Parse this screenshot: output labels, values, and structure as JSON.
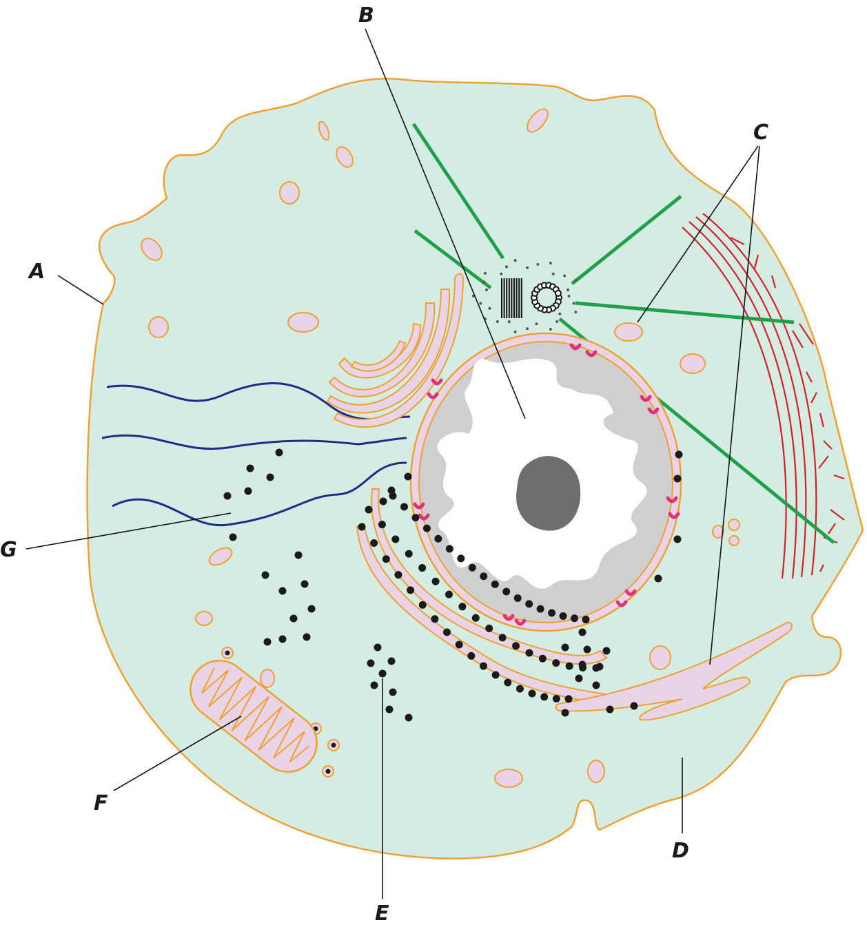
{
  "labels": {
    "A": "A",
    "B": "B",
    "C": "C",
    "D": "D",
    "E": "E",
    "F": "F",
    "G": "G"
  },
  "colors": {
    "cytoplasm": "#d4ece2",
    "membrane": "#f0a030",
    "vesicle": "#e8d4e6",
    "nucleoplasm": "#ffffff",
    "chromatin": "#cfcfcf",
    "nucleolus": "#6e6e6e",
    "pore": "#e0307a",
    "microtubule": "#1fa04a",
    "filament": "#d0202a",
    "fiber": "#202a8a",
    "ribosome": "#1a1a1a"
  }
}
